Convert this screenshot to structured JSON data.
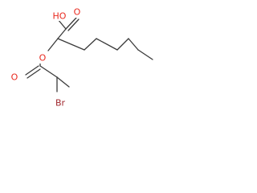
{
  "molecule": {
    "atoms": [
      {
        "id": "HO",
        "label": "HO",
        "color": "#e8281e"
      },
      {
        "id": "O_carbonyl_acid",
        "label": "O",
        "color": "#e8281e"
      },
      {
        "id": "O_ester_bridge",
        "label": "O",
        "color": "#e8281e"
      },
      {
        "id": "O_carbonyl_ester",
        "label": "O",
        "color": "#e8281e"
      },
      {
        "id": "Br",
        "label": "Br",
        "color": "#a0272d"
      }
    ],
    "bond_color": "#3a3a3a"
  }
}
